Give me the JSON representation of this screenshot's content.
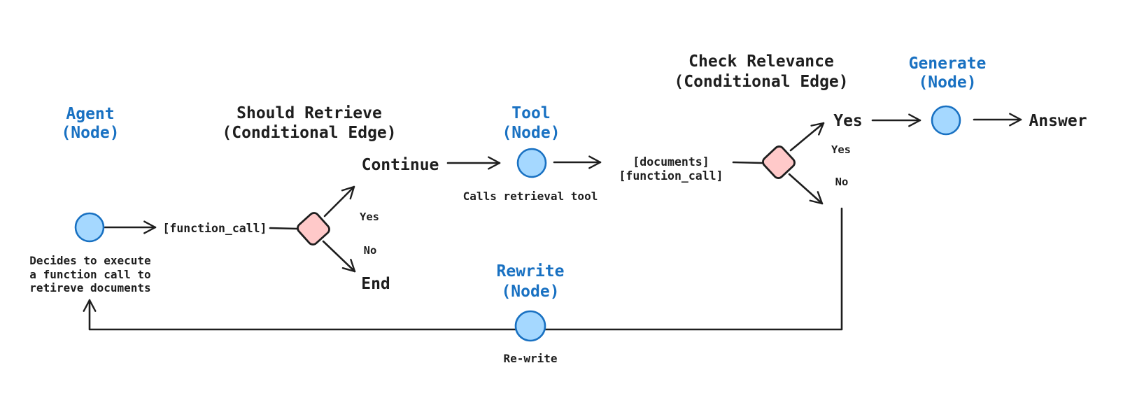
{
  "colors": {
    "background": "#ffffff",
    "node_fill": "#a5d8ff",
    "node_stroke": "#1971c2",
    "diamond_fill": "#ffc9c9",
    "diamond_stroke": "#1e1e1e",
    "edge_line": "#1e1e1e",
    "heading_blue": "#1971c2",
    "text": "#1e1e1e"
  },
  "nodes": {
    "agent": {
      "title": [
        "Agent",
        "(Node)"
      ],
      "caption": [
        "Decides to execute",
        "a function call to",
        "retireve documents"
      ]
    },
    "tool": {
      "title": [
        "Tool",
        "(Node)"
      ],
      "caption": "Calls retrieval tool"
    },
    "generate": {
      "title": [
        "Generate",
        "(Node)"
      ]
    },
    "rewrite": {
      "title": [
        "Rewrite",
        "(Node)"
      ],
      "caption": "Re-write"
    }
  },
  "conditional_edges": {
    "should_retrieve": {
      "title": [
        "Should Retrieve",
        "(Conditional Edge)"
      ],
      "yes_label": "Yes",
      "no_label": "No",
      "yes_target": "Continue",
      "no_target": "End"
    },
    "check_relevance": {
      "title": [
        "Check Relevance",
        "(Conditional Edge)"
      ],
      "yes_label": "Yes",
      "no_label": "No",
      "yes_target": "Yes"
    }
  },
  "edge_labels": {
    "agent_to_should_retrieve": "[function_call]",
    "tool_to_check_relevance": [
      "[documents]",
      "[function_call]"
    ],
    "final_answer": "Answer"
  }
}
